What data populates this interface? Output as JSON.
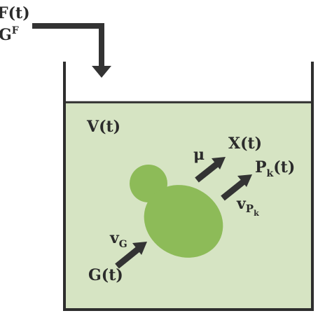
{
  "inflow": {
    "rate_symbol": "F",
    "rate_arg": "(t)",
    "feed_symbol": "G",
    "feed_superscript": "F"
  },
  "reactor": {
    "volume": "V(t)",
    "liquid_color": "#d6e4c3",
    "wall_color": "#2e2e2e"
  },
  "cell": {
    "color": "#8dbb58"
  },
  "labels": {
    "growth_rate": "μ",
    "biomass": "X(t)",
    "product_symbol": "P",
    "product_subscript": "k",
    "product_arg": "(t)",
    "product_rate_symbol": "v",
    "product_rate_sub": "P",
    "product_rate_subsub": "k",
    "uptake_rate_symbol": "v",
    "uptake_rate_sub": "G",
    "substrate": "G(t)"
  },
  "arrow_color": "#333333"
}
